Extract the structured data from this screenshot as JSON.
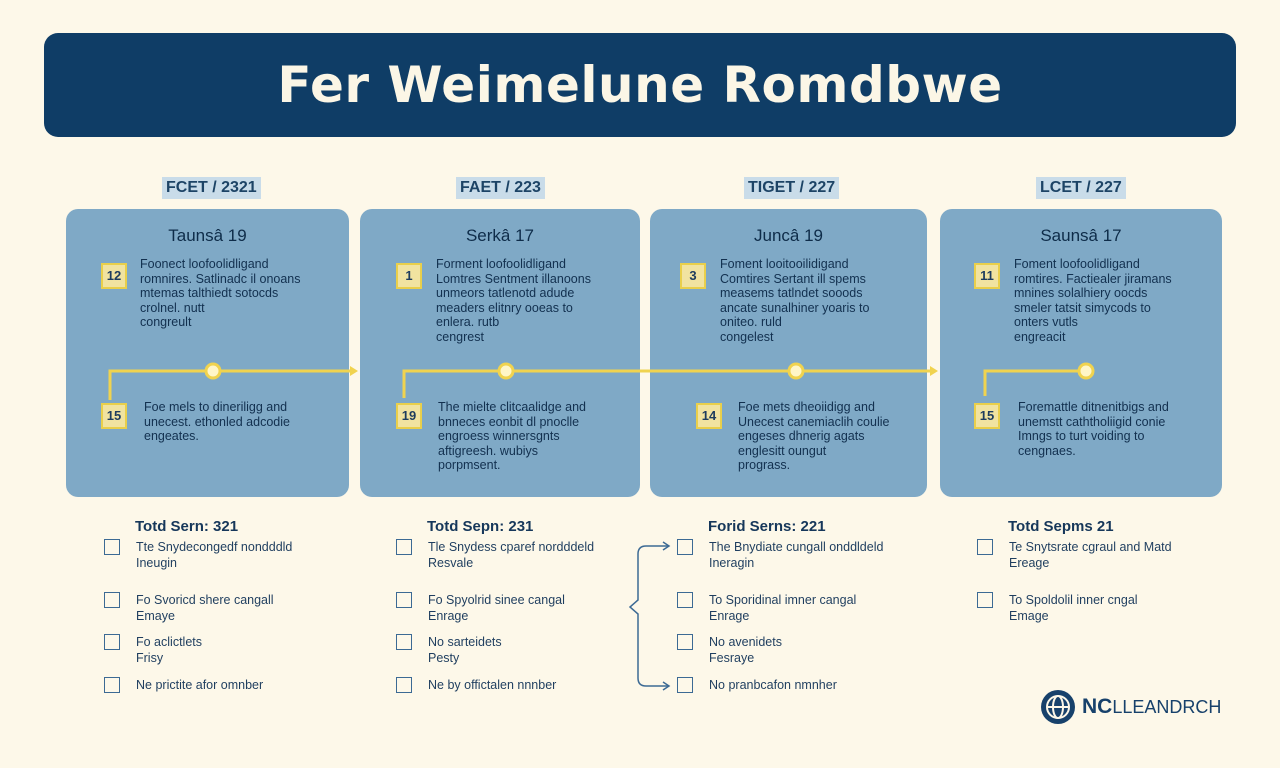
{
  "title": "Fer Weimelune Romdbwe",
  "colors": {
    "banner": "#0f3d66",
    "card": "#7fa9c6",
    "accent": "#e9cf4b",
    "background": "#fdf8e9"
  },
  "columns": [
    {
      "tag": "FCET / 2321",
      "card_title": "Taunsâ 19",
      "items": [
        {
          "badge": "12",
          "text": "Foonect loofoolidligand\nromnires. Satlinadc il onoans\nmtemas talthiedt sotocds\ncrolnel. nutt\ncongreult"
        },
        {
          "badge": "15",
          "text": "Foe mels to dineriligg and\nunecest. ethonled adcodie\nengeates."
        }
      ],
      "checklist_title": "Totd Sern: 321",
      "checklist": [
        "Tte Snydecongedf nondddld\nIneugin",
        "Fo Svoricd shere cangall\nEmaye",
        "Fo aclictlets\nFrisy",
        "Ne prictite afor omnber"
      ]
    },
    {
      "tag": "FAET / 223",
      "card_title": "Serkâ 17",
      "items": [
        {
          "badge": "1",
          "text": "Forment loofoolidligand\nLomtres Sentment illanoons\nunmeors tatlenotd adude\nmeaders elitnry ooeas to\nenlera. rutb\ncengrest"
        },
        {
          "badge": "19",
          "text": "The mielte clitcaalidge and\nbnneces eonbit dl pnoclle\nengroess winnersgnts\naftigreesh. wubiys\nporpmsent."
        }
      ],
      "checklist_title": "Totd Sepn: 231",
      "checklist": [
        "Tle Snydess cparef nordddeld\nResvale",
        "Fo Spyolrid sinee cangal\nEnrage",
        "No sarteidets\nPesty",
        "Ne by offictalen nnnber"
      ]
    },
    {
      "tag": "TIGET / 227",
      "card_title": "Juncâ 19",
      "items": [
        {
          "badge": "3",
          "text": "Foment looitooilidigand\nComtires Sertant ill spems\nmeasems tatlndet sooods\nancate sunalhiner yoaris to\noniteo. ruld\ncongelest"
        },
        {
          "badge": "14",
          "text": "Foe mets dheoiidigg and\nUnecest canemiaclih coulie\nengeses dhnerig agats\nenglesitt oungut\nprograss."
        }
      ],
      "checklist_title": "Forid Serns: 221",
      "checklist": [
        "The Bnydiate cungall onddldeld\nIneragin",
        "To Sporidinal imner cangal\nEnrage",
        "No avenidets\nFesraye",
        "No pranbcafon nmnher"
      ]
    },
    {
      "tag": "LCET / 227",
      "card_title": "Saunsâ 17",
      "items": [
        {
          "badge": "11",
          "text": "Foment loofoolidligand\nromtires. Factiealer jiramans\nmnines solalhiery oocds\nsmeler tatsit simycods to\nonters vutls\nengreacit"
        },
        {
          "badge": "15",
          "text": "Foremattle ditnenitbigs and\nunemstt caththoliigid conie\nImngs to turt voiding to\ncengnaes."
        }
      ],
      "checklist_title": "Totd Sepms 21",
      "checklist": [
        "Te Snytsrate cgraul and Matd\nEreage",
        "To Spoldolil inner cngal\nEmage"
      ]
    }
  ],
  "logo": {
    "bold": "NC",
    "rest": "LLEANDRCH"
  }
}
